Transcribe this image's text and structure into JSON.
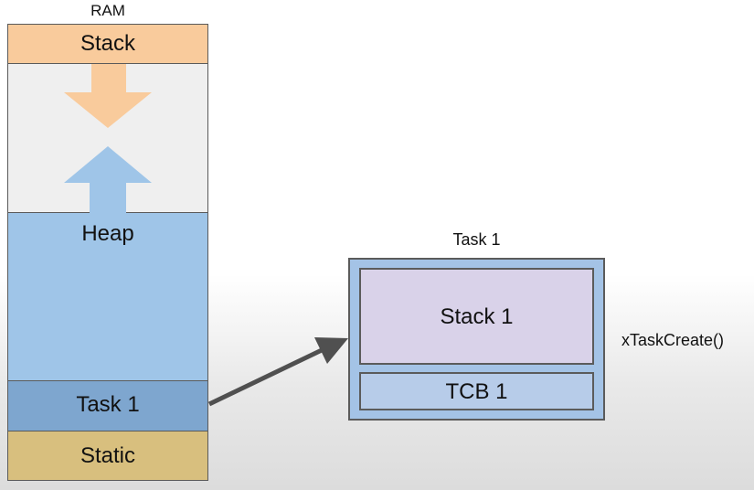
{
  "ram": {
    "title": "RAM",
    "segments": {
      "stack": "Stack",
      "heap": "Heap",
      "task": "Task 1",
      "static": "Static"
    }
  },
  "task": {
    "title": "Task 1",
    "stack_label": "Stack 1",
    "tcb_label": "TCB 1"
  },
  "function_call": "xTaskCreate()",
  "colors": {
    "stack": "#f9cb9c",
    "free": "#efefef",
    "heap": "#9fc5e8",
    "task": "#7ea6cf",
    "static": "#d8bf7e",
    "task_box": "#a4c3e6",
    "task_stack": "#d9d2e9",
    "task_tcb": "#b7cce9",
    "arrow": "#505050"
  }
}
